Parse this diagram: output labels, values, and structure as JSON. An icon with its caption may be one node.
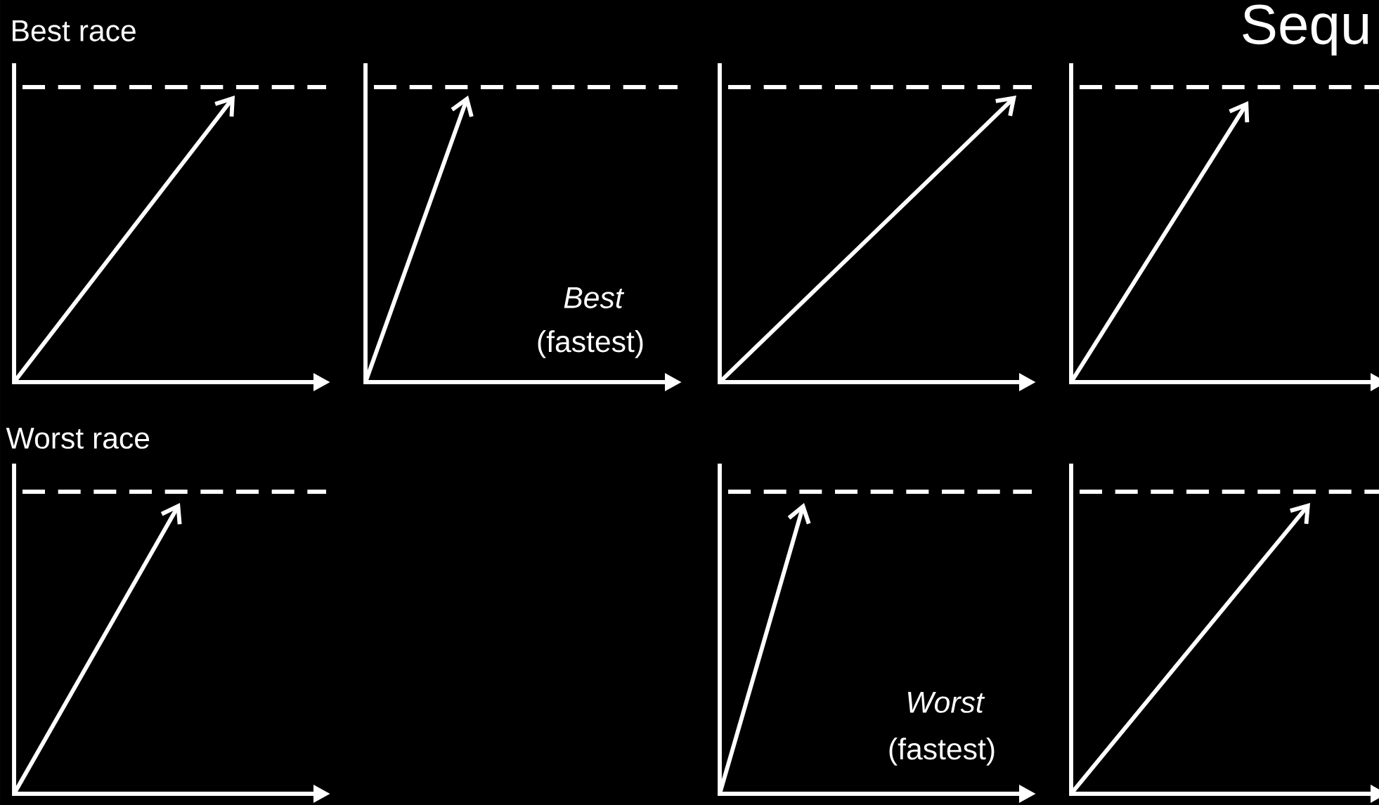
{
  "diagram": {
    "title": "Sequ",
    "labels": [
      "Best race",
      "Best",
      "(fastest)",
      "Worst race",
      "Worst",
      "(fastest)"
    ]
  }
}
